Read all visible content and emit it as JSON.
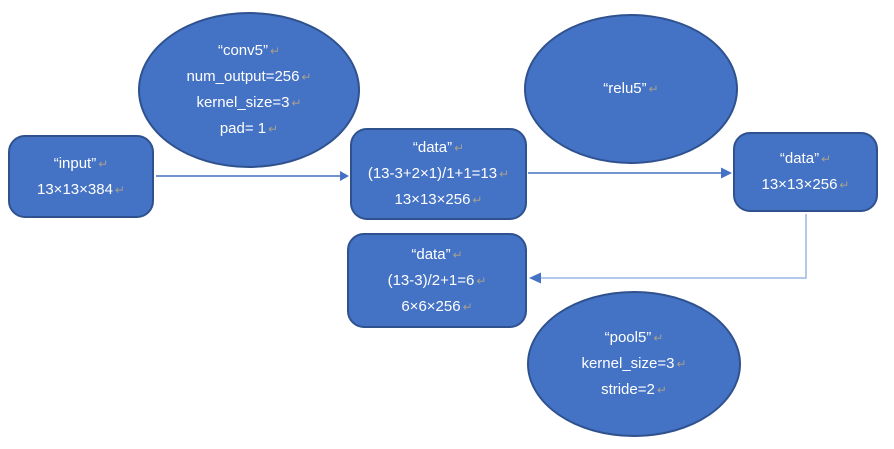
{
  "ret_mark": "↵",
  "colors": {
    "node_fill": "#4472c4",
    "node_border": "#2f528f",
    "text_color": "#ffffff",
    "ret_color": "#a89f8e",
    "connector": "#4472c4",
    "connector_light": "#9cb7e2"
  },
  "nodes": {
    "input": {
      "shape": "rounded-rectangle",
      "lines": [
        "“input”",
        "13×13×384"
      ]
    },
    "conv5": {
      "shape": "ellipse",
      "lines": [
        "“conv5”",
        "num_output=256",
        "kernel_size=3",
        "pad= 1"
      ]
    },
    "data_conv_out": {
      "shape": "rounded-rectangle",
      "lines": [
        "“data”",
        "(13-3+2×1)/1+1=13",
        "13×13×256"
      ]
    },
    "relu5": {
      "shape": "ellipse",
      "lines": [
        "“relu5”"
      ]
    },
    "data_relu_out": {
      "shape": "rounded-rectangle",
      "lines": [
        "“data”",
        "13×13×256"
      ]
    },
    "data_pool_out": {
      "shape": "rounded-rectangle",
      "lines": [
        "“data”",
        "(13-3)/2+1=6",
        "6×6×256"
      ]
    },
    "pool5": {
      "shape": "ellipse",
      "lines": [
        "“pool5”",
        "kernel_size=3",
        "stride=2"
      ]
    }
  },
  "edges": [
    {
      "from": "input",
      "to": "data_conv_out",
      "style": "straight-arrow"
    },
    {
      "from": "data_conv_out",
      "to": "data_relu_out",
      "style": "straight-arrow"
    },
    {
      "from": "data_relu_out",
      "to": "data_pool_out",
      "style": "elbow-arrow"
    }
  ]
}
